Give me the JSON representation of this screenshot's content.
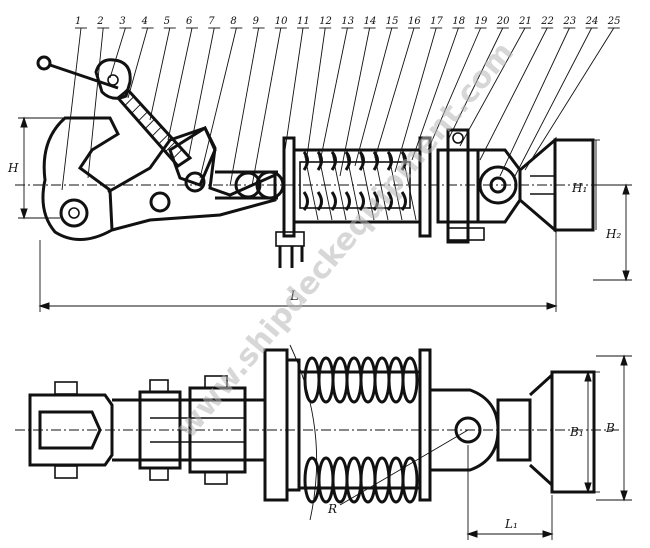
{
  "callouts": [
    "1",
    "2",
    "3",
    "4",
    "5",
    "6",
    "7",
    "8",
    "9",
    "10",
    "11",
    "12",
    "13",
    "14",
    "15",
    "16",
    "17",
    "18",
    "19",
    "20",
    "21",
    "22",
    "23",
    "24",
    "25"
  ],
  "dimensions": {
    "H": "H",
    "H1": "H₁",
    "H2": "H₂",
    "L": "L",
    "L1": "L₁",
    "B": "B",
    "B1": "B₁",
    "R": "R"
  },
  "watermark": "www.shipdeckequipment.com"
}
